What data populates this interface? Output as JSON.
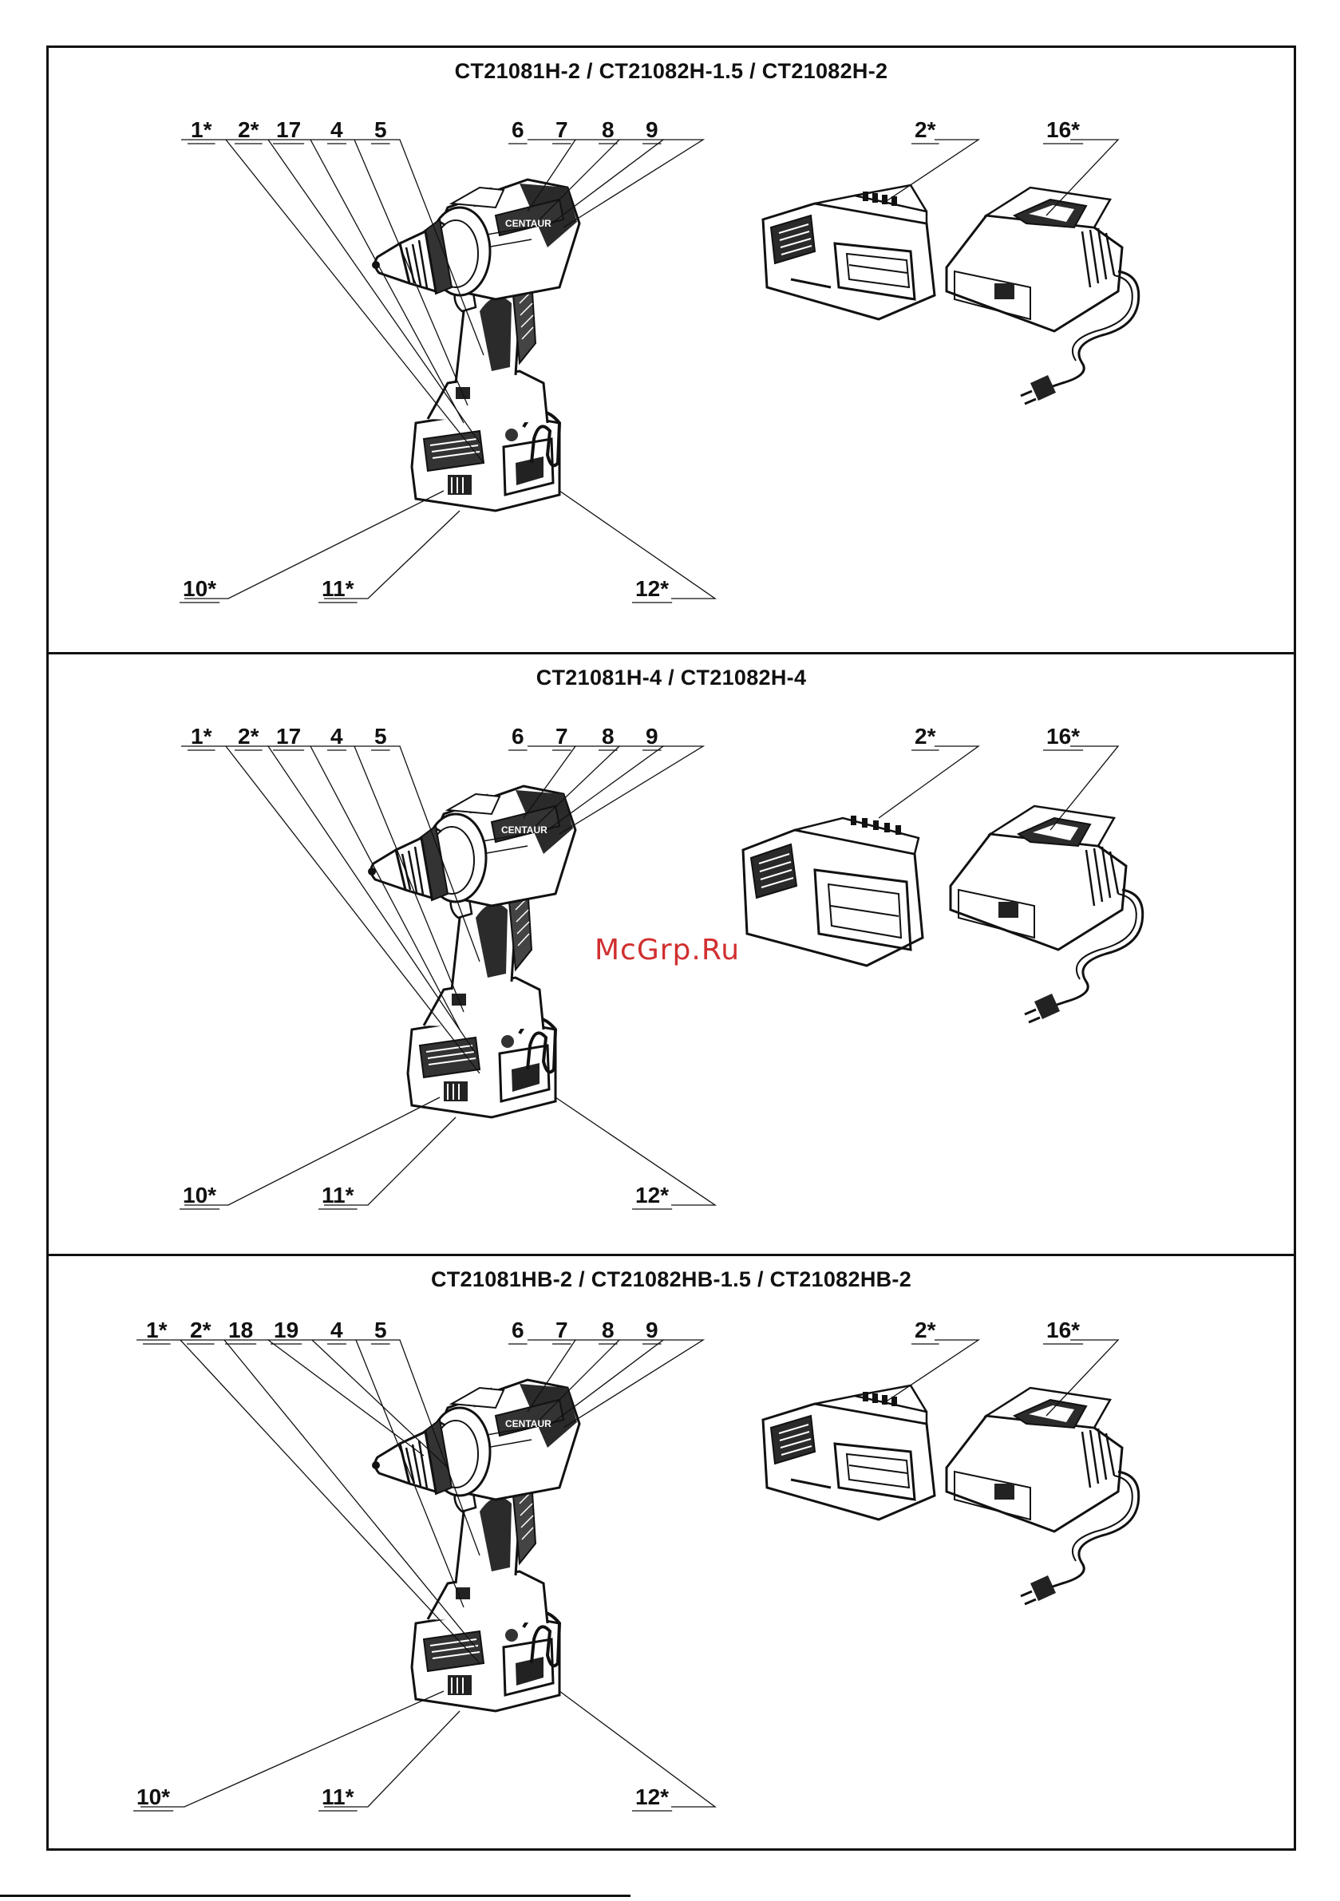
{
  "panels": [
    {
      "title": "CT21081H-2 / CT21082H-1.5 / CT21082H-2",
      "tool_labels": [
        "1*",
        "2*",
        "17",
        "4",
        "5",
        "6",
        "7",
        "8",
        "9",
        "10*",
        "11*",
        "12*"
      ],
      "accessory_labels": [
        "2*",
        "16*"
      ],
      "battery_size": "compact"
    },
    {
      "title": "CT21081H-4 / CT21082H-4",
      "tool_labels": [
        "1*",
        "2*",
        "17",
        "4",
        "5",
        "6",
        "7",
        "8",
        "9",
        "10*",
        "11*",
        "12*"
      ],
      "accessory_labels": [
        "2*",
        "16*"
      ],
      "battery_size": "large"
    },
    {
      "title": "CT21081HB-2 / CT21082HB-1.5 / CT21082HB-2",
      "tool_labels": [
        "1*",
        "2*",
        "18",
        "19",
        "4",
        "5",
        "6",
        "7",
        "8",
        "9",
        "10*",
        "11*",
        "12*"
      ],
      "accessory_labels": [
        "2*",
        "16*"
      ],
      "battery_size": "compact"
    }
  ],
  "watermark": "McGrp.Ru"
}
